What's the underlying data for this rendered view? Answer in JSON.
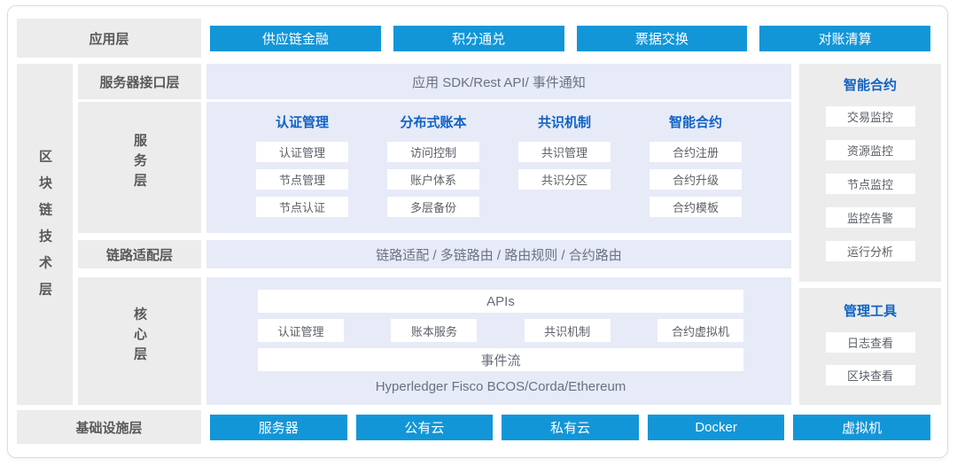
{
  "app_layer": {
    "label": "应用层",
    "buttons": [
      "供应链金融",
      "积分通兑",
      "票据交换",
      "对账清算"
    ]
  },
  "tech_layer": {
    "vertical_label": "区块链技术层",
    "interface": {
      "label": "服务器接口层",
      "content": "应用 SDK/Rest API/ 事件通知"
    },
    "service": {
      "label": "服务层",
      "columns": [
        {
          "header": "认证管理",
          "items": [
            "认证管理",
            "节点管理",
            "节点认证"
          ]
        },
        {
          "header": "分布式账本",
          "items": [
            "访问控制",
            "账户体系",
            "多层备份"
          ]
        },
        {
          "header": "共识机制",
          "items": [
            "共识管理",
            "共识分区"
          ]
        },
        {
          "header": "智能合约",
          "items": [
            "合约注册",
            "合约升级",
            "合约模板"
          ]
        }
      ]
    },
    "adapter": {
      "label": "链路适配层",
      "content": "链路适配 / 多链路由 / 路由规则 / 合约路由"
    },
    "core": {
      "label": "核心层",
      "api_bar": "APIs",
      "modules": [
        "认证管理",
        "账本服务",
        "共识机制",
        "合约虚拟机"
      ],
      "event_bar": "事件流",
      "platforms": "Hyperledger Fisco BCOS/Corda/Ethereum"
    }
  },
  "side_panels": {
    "monitor": {
      "title": "智能合约",
      "items": [
        "交易监控",
        "资源监控",
        "节点监控",
        "监控告警",
        "运行分析"
      ]
    },
    "tools": {
      "title": "管理工具",
      "items": [
        "日志查看",
        "区块查看"
      ]
    }
  },
  "infra_layer": {
    "label": "基础设施层",
    "buttons": [
      "服务器",
      "公有云",
      "私有云",
      "Docker",
      "虚拟机"
    ]
  },
  "colors": {
    "accent_blue": "#1296d8",
    "header_blue": "#1063c5",
    "panel_lavender": "#e7eaf7",
    "panel_grey": "#ececec"
  }
}
